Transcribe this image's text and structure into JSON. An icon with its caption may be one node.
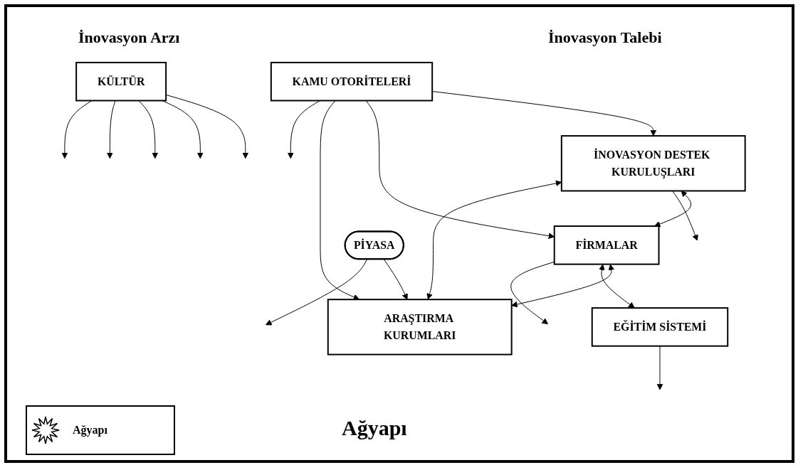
{
  "diagram": {
    "nodes": [
      {
        "text": [
          "İNOVASYON DESTEK KURULUŞLARI"
        ]
      },
      {
        "text": [
          "KAMU OTORİTELERİ"
        ]
      },
      {
        "text": [
          "FİRMALAR"
        ]
      },
      {
        "text": [
          "ARAŞTIRMA KURUMLARI"
        ]
      },
      {
        "text": [
          "EĞİTİM SİSTEMİ"
        ]
      },
      {
        "text": [
          "PİYASA"
        ]
      },
      {
        "text": [
          "KÜLTÜR"
        ]
      }
    ],
    "edges": [
      {
        "from": 1,
        "to": 0,
        "arrow": "to"
      },
      {
        "from": 1,
        "to": 2,
        "arrow": "to"
      },
      {
        "from": 1,
        "to": 3,
        "arrow": "to"
      },
      {
        "from": 3,
        "to": 0,
        "arrow": "both"
      },
      {
        "from": 0,
        "to": 2,
        "arrow": "both"
      },
      {
        "from": 2,
        "to": 3,
        "arrow": "both"
      },
      {
        "from": 2,
        "to": 4,
        "arrow": "both"
      },
      {
        "from": 5,
        "to": 3,
        "arrow": "to"
      },
      {
        "from": 0,
        "to": null,
        "arrow": "to"
      },
      {
        "from": 1,
        "to": null,
        "arrow": "to"
      },
      {
        "from": 2,
        "to": null,
        "arrow": "to"
      },
      {
        "from": 4,
        "to": null,
        "arrow": "to"
      },
      {
        "from": 5,
        "to": null,
        "arrow": "to"
      },
      {
        "from": 6,
        "to": null,
        "arrow": "to"
      },
      {
        "from": 6,
        "to": null,
        "arrow": "to"
      },
      {
        "from": 6,
        "to": null,
        "arrow": "to"
      },
      {
        "from": 6,
        "to": null,
        "arrow": "to"
      },
      {
        "from": 6,
        "to": null,
        "arrow": "to"
      }
    ],
    "labels": [
      "İnovasyon Arzı",
      "İnovasyon Talebi",
      "Ağyapı"
    ],
    "legend": [
      {
        "text": "Ağyapı"
      }
    ]
  }
}
